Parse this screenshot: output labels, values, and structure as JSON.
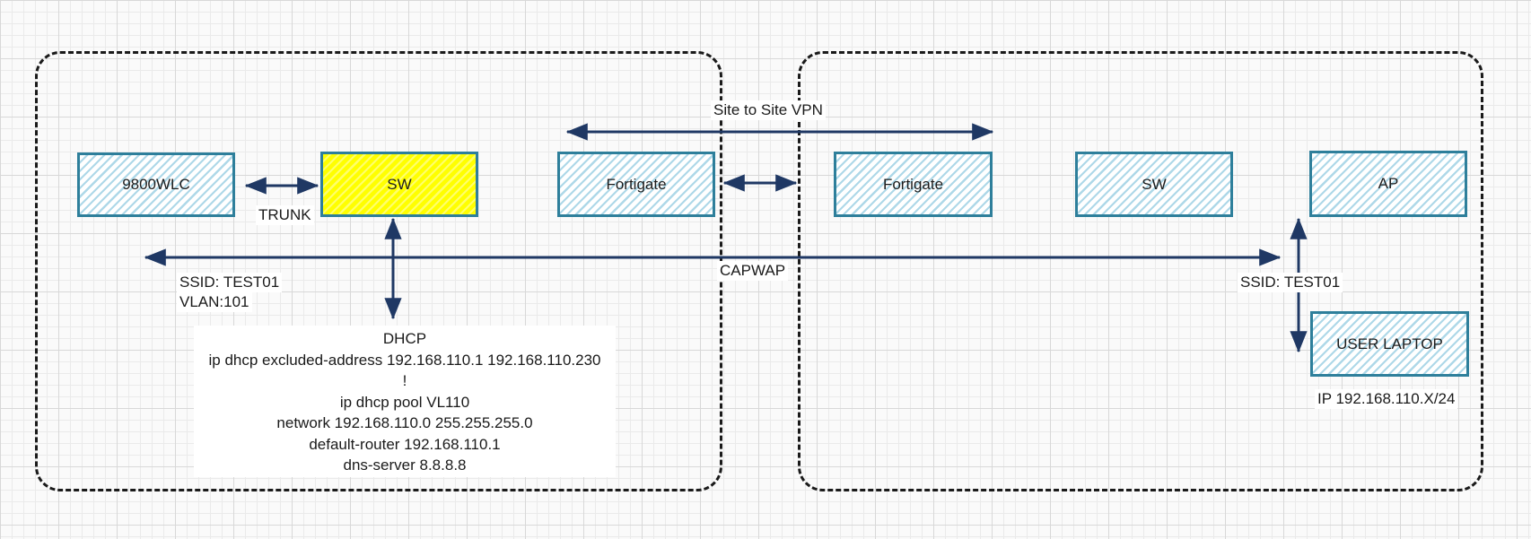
{
  "diagram_title": "Wireless CAPWAP over Site-to-Site VPN topology",
  "sites": {
    "left": {
      "name": "site-left-boundary"
    },
    "right": {
      "name": "site-right-boundary"
    }
  },
  "devices": [
    {
      "id": "wlc",
      "label": "9800WLC"
    },
    {
      "id": "switch-left",
      "label": "SW"
    },
    {
      "id": "fortigate-left",
      "label": "Fortigate"
    },
    {
      "id": "fortigate-right",
      "label": "Fortigate"
    },
    {
      "id": "switch-right",
      "label": "SW"
    },
    {
      "id": "access-point",
      "label": "AP"
    },
    {
      "id": "user-laptop",
      "label": "USER LAPTOP"
    }
  ],
  "labels": {
    "site_to_site_vpn": "Site to Site VPN",
    "trunk": "TRUNK",
    "capwap": "CAPWAP",
    "ssid_left_line1": "SSID: TEST01",
    "ssid_left_line2": "VLAN:101",
    "ssid_right": "SSID: TEST01",
    "laptop_ip": "IP 192.168.110.X/24"
  },
  "dhcp": {
    "title": "DHCP",
    "lines": [
      "ip dhcp excluded-address 192.168.110.1 192.168.110.230",
      "!",
      "ip dhcp pool VL110",
      "network 192.168.110.0 255.255.255.0",
      "default-router 192.168.110.1",
      "dns-server 8.8.8.8"
    ]
  },
  "links": [
    {
      "id": "trunk-link",
      "from": "9800WLC",
      "to": "SW (left)",
      "style": "double-arrow"
    },
    {
      "id": "vpn-link",
      "from": "Fortigate left",
      "to": "Fortigate right",
      "style": "double-arrow"
    },
    {
      "id": "fg-fg-link",
      "from": "Fortigate left",
      "to": "Fortigate right",
      "style": "double-arrow"
    },
    {
      "id": "capwap-link",
      "from": "9800WLC side",
      "to": "AP side",
      "style": "double-arrow"
    },
    {
      "id": "dhcp-link",
      "from": "SW (left)",
      "to": "DHCP config",
      "style": "double-arrow"
    },
    {
      "id": "wireless-link",
      "from": "AP",
      "to": "USER LAPTOP",
      "style": "double-arrow"
    }
  ],
  "colors": {
    "arrow": "#1f3864",
    "device_border": "#2e7f9b",
    "device_hatch": "#aed8e8",
    "switch_fill": "#ffff00",
    "site_border": "#1a1a1a",
    "text": "#1a1a1a",
    "label_background": "#ffffff"
  }
}
